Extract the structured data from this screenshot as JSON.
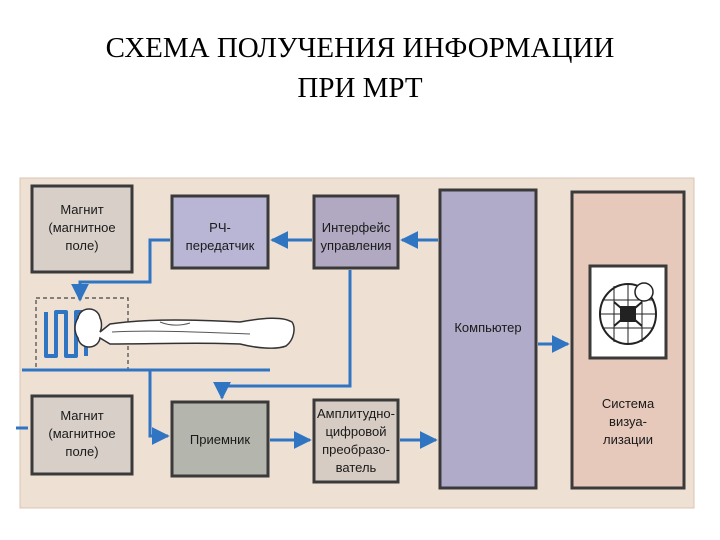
{
  "title": {
    "line1": "СХЕМА ПОЛУЧЕНИЯ ИНФОРМАЦИИ",
    "line2": "ПРИ МРТ"
  },
  "blocks": {
    "magnet_top": [
      "Магнит",
      "(магнитное",
      "поле)"
    ],
    "rf_transmitter": [
      "РЧ-",
      "передатчик"
    ],
    "control_interface": [
      "Интерфейс",
      "управления"
    ],
    "computer": "Компьютер",
    "visualization": [
      "Система",
      "визуа-",
      "лизации"
    ],
    "magnet_bottom": [
      "Магнит",
      "(магнитное",
      "поле)"
    ],
    "receiver": "Приемник",
    "adc": [
      "Амплитудно-",
      "цифровой",
      "преобразо-",
      "ватель"
    ]
  },
  "colors": {
    "panel_bg": "#efe0d4",
    "magnet_box": "#d8cfc8",
    "rf_box": "#b8b6d4",
    "interface_box": "#b1a9c2",
    "computer_box": "#b0abc8",
    "visual_box": "#e6c9bb",
    "receiver_box": "#b4b5ac",
    "adc_box": "#d6ccc3",
    "arrow": "#2f75c2",
    "border": "#3a3a3a"
  }
}
